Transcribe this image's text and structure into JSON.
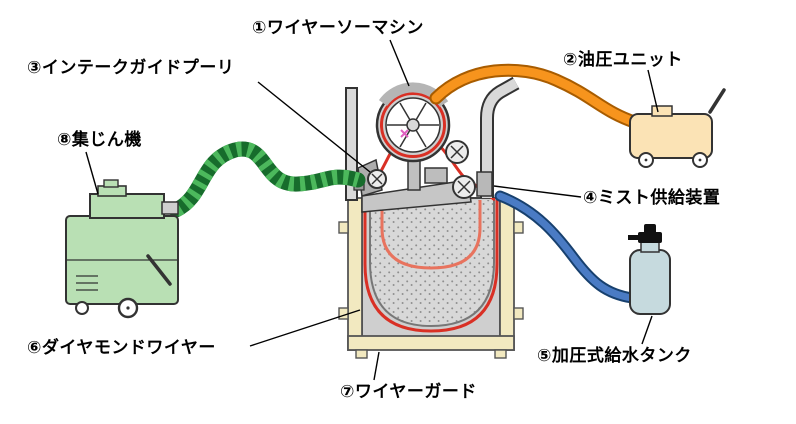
{
  "diagram": {
    "labels": {
      "wire_saw_machine": "①ワイヤーソーマシン",
      "hydraulic_unit": "②油圧ユニット",
      "intake_guide_pulley": "③インテークガイドプーリ",
      "mist_supply": "④ミスト供給装置",
      "water_tank": "⑤加圧式給水タンク",
      "diamond_wire": "⑥ダイヤモンドワイヤー",
      "wire_guard": "⑦ワイヤーガード",
      "dust_collector": "⑧集じん機"
    },
    "colors": {
      "hose_green": "#4cb85c",
      "hose_green_dark": "#176c2c",
      "hose_orange": "#f7941d",
      "hose_orange_dark": "#a85c00",
      "hose_blue": "#4a7bc4",
      "hose_blue_dark": "#17406e",
      "wire_red": "#d93025",
      "wire_red_light": "#e8735e",
      "dust_collector_body": "#b9e0b4",
      "hydraulic_body": "#fbe3b5",
      "water_tank_body": "#c6dade",
      "frame_yellow": "#f2e9c0",
      "concrete_gray": "#cfcfcf",
      "machine_gray": "#d9d9d9"
    }
  }
}
